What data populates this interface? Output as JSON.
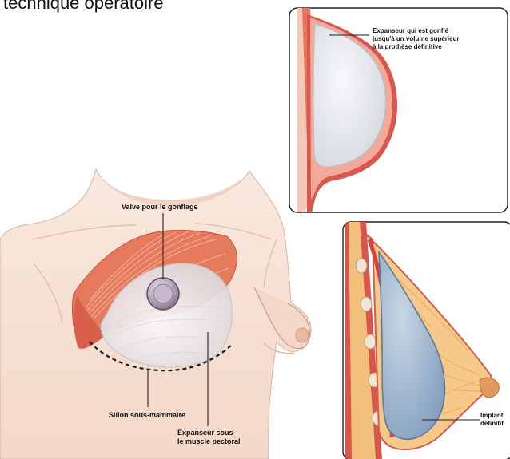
{
  "heading": "technique opératoire",
  "labels": {
    "expander_inflated_line1": "Expanseur qui est gonflé",
    "expander_inflated_line2": "jusqu'à un volume supérieur",
    "expander_inflated_line3": "à la prothèse définitive",
    "valve": "Valve pour le gonflage",
    "fold": "Sillon sous-mammaire",
    "expander_line1": "Expanseur sous",
    "expander_line2": "le muscle pectoral",
    "implant_line1": "Implant",
    "implant_line2": "définitif"
  },
  "colors": {
    "skin": "#f7e2d6",
    "skin_shadow": "#ecc5b1",
    "muscle": "#e5765a",
    "muscle_light": "#f2a68f",
    "expander_fill": "#ebe8ea",
    "implant_fill": "#98b3cd",
    "fat": "#f7cf84",
    "fat_line": "#e8a84c",
    "skin_wall": "#d45b52",
    "pocket_rim": "#f0a597",
    "frame": "#222222"
  }
}
